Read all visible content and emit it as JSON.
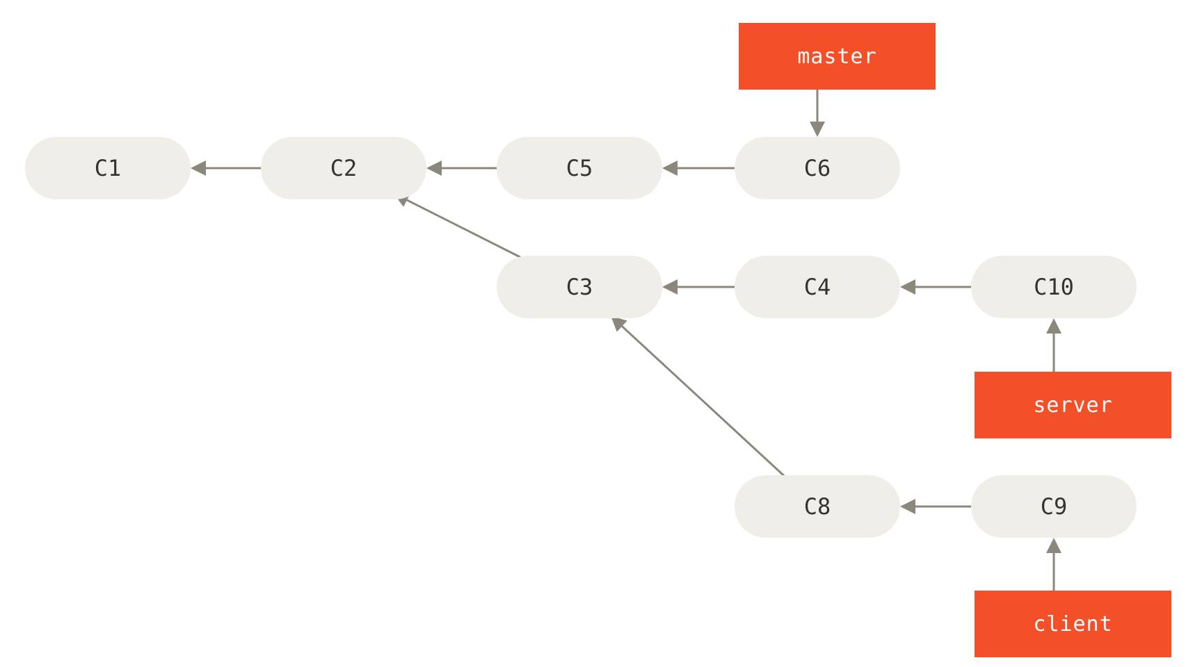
{
  "colors": {
    "commit_fill": "#efeee9",
    "commit_text": "#333333",
    "branch_fill": "#f34f29",
    "branch_text": "#ffffff",
    "arrow": "#8c877d"
  },
  "commits": [
    {
      "id": "c1",
      "label": "C1"
    },
    {
      "id": "c2",
      "label": "C2"
    },
    {
      "id": "c5",
      "label": "C5"
    },
    {
      "id": "c6",
      "label": "C6"
    },
    {
      "id": "c3",
      "label": "C3"
    },
    {
      "id": "c4",
      "label": "C4"
    },
    {
      "id": "c10",
      "label": "C10"
    },
    {
      "id": "c8",
      "label": "C8"
    },
    {
      "id": "c9",
      "label": "C9"
    }
  ],
  "branches": [
    {
      "id": "master",
      "label": "master",
      "points_to": "c6"
    },
    {
      "id": "server",
      "label": "server",
      "points_to": "c10"
    },
    {
      "id": "client",
      "label": "client",
      "points_to": "c9"
    }
  ],
  "parent_links": [
    {
      "from": "c2",
      "to": "c1"
    },
    {
      "from": "c5",
      "to": "c2"
    },
    {
      "from": "c6",
      "to": "c5"
    },
    {
      "from": "c3",
      "to": "c2"
    },
    {
      "from": "c4",
      "to": "c3"
    },
    {
      "from": "c10",
      "to": "c4"
    },
    {
      "from": "c8",
      "to": "c3"
    },
    {
      "from": "c9",
      "to": "c8"
    }
  ]
}
